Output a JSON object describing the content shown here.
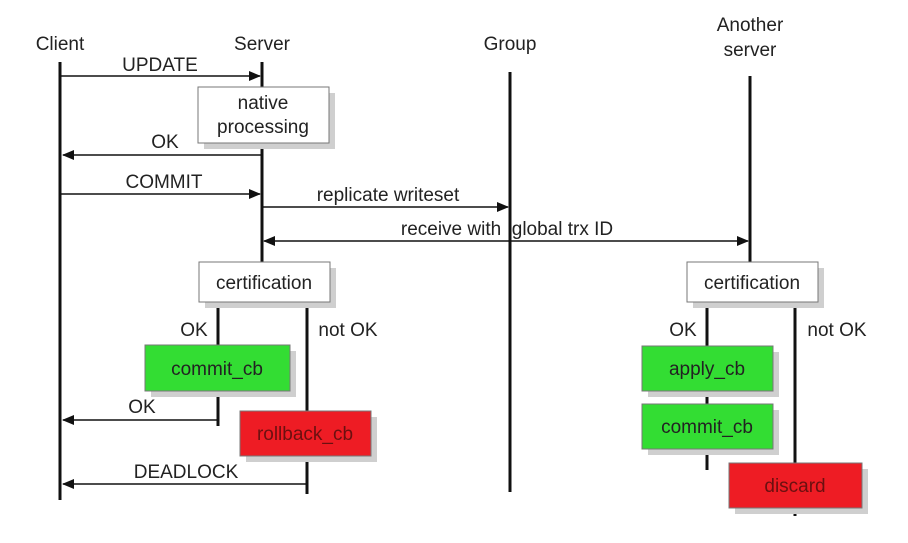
{
  "participants": {
    "client": "Client",
    "server": "Server",
    "group": "Group",
    "another_server_line1": "Another",
    "another_server_line2": "server"
  },
  "messages": {
    "update": "UPDATE",
    "ok_1": "OK",
    "commit": "COMMIT",
    "replicate_writeset": "replicate writeset",
    "receive_global_trx": "receive with  global trx ID",
    "ok_2": "OK",
    "deadlock": "DEADLOCK"
  },
  "boxes": {
    "native_processing_line1": "native",
    "native_processing_line2": "processing",
    "certification_server": "certification",
    "commit_cb_server": "commit_cb",
    "rollback_cb": "rollback_cb",
    "certification_another": "certification",
    "apply_cb": "apply_cb",
    "commit_cb_another": "commit_cb",
    "discard": "discard"
  },
  "branches": {
    "server_ok": "OK",
    "server_not_ok": "not OK",
    "another_ok": "OK",
    "another_not_ok": "not OK"
  },
  "colors": {
    "line": "#111111",
    "green_box": "#33dd33",
    "red_box": "#ee1c24",
    "white_box": "#ffffff",
    "shadow": "#cfcfcf"
  }
}
